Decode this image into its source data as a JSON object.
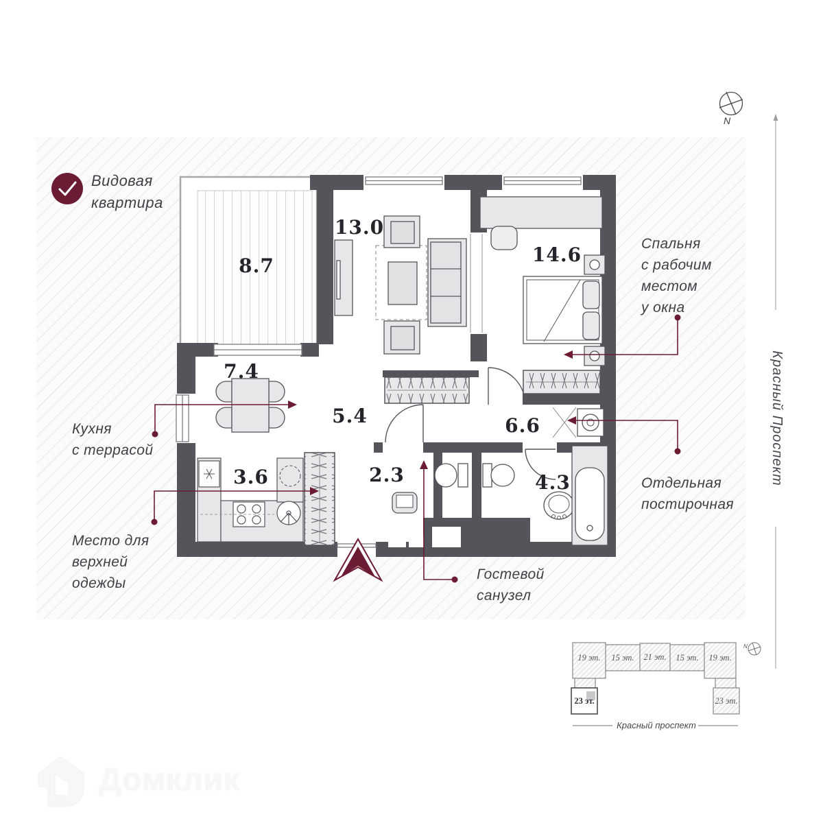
{
  "badge": {
    "lines": [
      "Видовая",
      "квартира"
    ]
  },
  "compass": {
    "label": "N"
  },
  "street_right": "Красный Проспект",
  "rooms": [
    {
      "id": "terrace",
      "area": "8.7"
    },
    {
      "id": "living",
      "area": "13.0"
    },
    {
      "id": "bedroom",
      "area": "14.6"
    },
    {
      "id": "dining",
      "area": "7.4"
    },
    {
      "id": "hall",
      "area": "5.4"
    },
    {
      "id": "corridor",
      "area": "6.6"
    },
    {
      "id": "kitchen",
      "area": "3.6"
    },
    {
      "id": "hallway",
      "area": "2.3"
    },
    {
      "id": "bathroom",
      "area": "4.3"
    }
  ],
  "callouts": {
    "bedroom": {
      "lines": [
        "Спальня",
        "с рабочим",
        "местом",
        "у окна"
      ]
    },
    "kitchen": {
      "lines": [
        "Кухня",
        "с террасой"
      ]
    },
    "coat": {
      "lines": [
        "Место для",
        "верхней",
        "одежды"
      ]
    },
    "guest_wc": {
      "lines": [
        "Гостевой",
        "санузел"
      ]
    },
    "laundry": {
      "lines": [
        "Отдельная",
        "постирочная"
      ]
    }
  },
  "siteplan": {
    "blocks": [
      {
        "label": "19 эт."
      },
      {
        "label": "15 эт."
      },
      {
        "label": "21 эт."
      },
      {
        "label": "15 эт."
      },
      {
        "label": "19 эт."
      },
      {
        "label": "23 эт."
      },
      {
        "label": "23 эт."
      }
    ],
    "street": "Красный проспект",
    "compass": "N"
  },
  "watermark": {
    "brand": "Домклик"
  },
  "colors": {
    "accent": "#6b1c33",
    "wall": "#54555a"
  }
}
